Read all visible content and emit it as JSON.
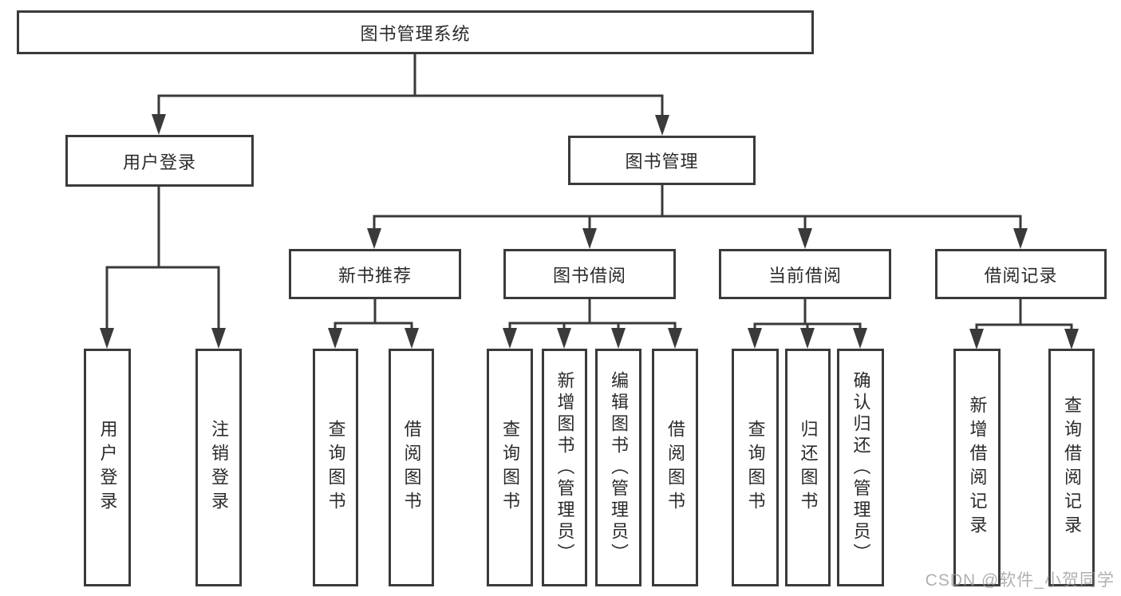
{
  "tree": {
    "root": {
      "label": "图书管理系统",
      "children": [
        {
          "label": "用户登录",
          "children": [
            {
              "label": "用户登录"
            },
            {
              "label": "注销登录"
            }
          ]
        },
        {
          "label": "图书管理",
          "children": [
            {
              "label": "新书推荐",
              "children": [
                {
                  "label": "查询图书"
                },
                {
                  "label": "借阅图书"
                }
              ]
            },
            {
              "label": "图书借阅",
              "children": [
                {
                  "label": "查询图书"
                },
                {
                  "label": "新增图书（管理员）"
                },
                {
                  "label": "编辑图书（管理员）"
                },
                {
                  "label": "借阅图书"
                }
              ]
            },
            {
              "label": "当前借阅",
              "children": [
                {
                  "label": "查询图书"
                },
                {
                  "label": "归还图书"
                },
                {
                  "label": "确认归还（管理员）"
                }
              ]
            },
            {
              "label": "借阅记录",
              "children": [
                {
                  "label": "新增借阅记录"
                },
                {
                  "label": "查询借阅记录"
                }
              ]
            }
          ]
        }
      ]
    }
  },
  "watermark": "CSDN @软件_小贺同学",
  "colors": {
    "line": "#3a3a3a",
    "text": "#2b2b2b",
    "background": "#ffffff",
    "watermark": "#bdbdbd"
  }
}
